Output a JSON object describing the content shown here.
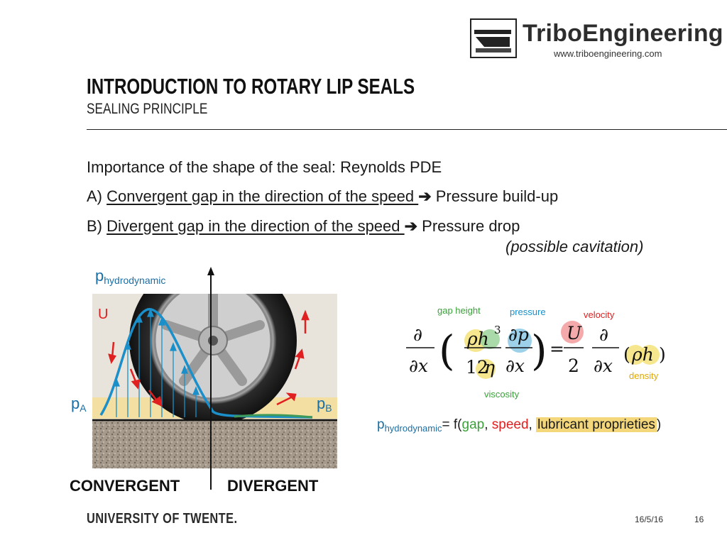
{
  "logo": {
    "name": "TriboEngineering",
    "url": "www.triboengineering.com"
  },
  "header": {
    "title": "INTRODUCTION TO ROTARY LIP SEALS",
    "subtitle": "SEALING PRINCIPLE"
  },
  "content": {
    "intro": "Importance of the shape of the seal: Reynolds PDE",
    "a_prefix": "A) ",
    "a_underlined": "Convergent gap in the direction of the speed ",
    "a_result": " Pressure build-up",
    "b_prefix": "B) ",
    "b_underlined": "Divergent gap in the direction of the speed ",
    "b_result": " Pressure drop",
    "b_note": "(possible cavitation)",
    "arrow": "➔"
  },
  "figure": {
    "p_label": "p",
    "p_sub": "hydrodynamic",
    "u_label": "U",
    "pa_label": "p",
    "pa_sub": "A",
    "pb_label": "p",
    "pb_sub": "B",
    "convergent": "CONVERGENT",
    "divergent": "DIVERGENT"
  },
  "equation": {
    "annotations": {
      "gap_height": "gap height",
      "pressure": "pressure",
      "velocity": "velocity",
      "viscosity": "viscosity",
      "density": "density"
    }
  },
  "hydro_note": {
    "p": "p",
    "sub": "hydrodynamic",
    "eq": "= f(",
    "gap": "gap",
    "sep1": ", ",
    "speed": "speed",
    "sep2": ", ",
    "lubricant": "lubricant proprieties",
    "close": ")"
  },
  "footer": {
    "university": "UNIVERSITY OF TWENTE.",
    "date": "16/5/16",
    "page": "16"
  },
  "colors": {
    "blue": "#1a6fa6",
    "green": "#3aa13a",
    "red": "#e02020",
    "highlight": "#f4d77a"
  }
}
